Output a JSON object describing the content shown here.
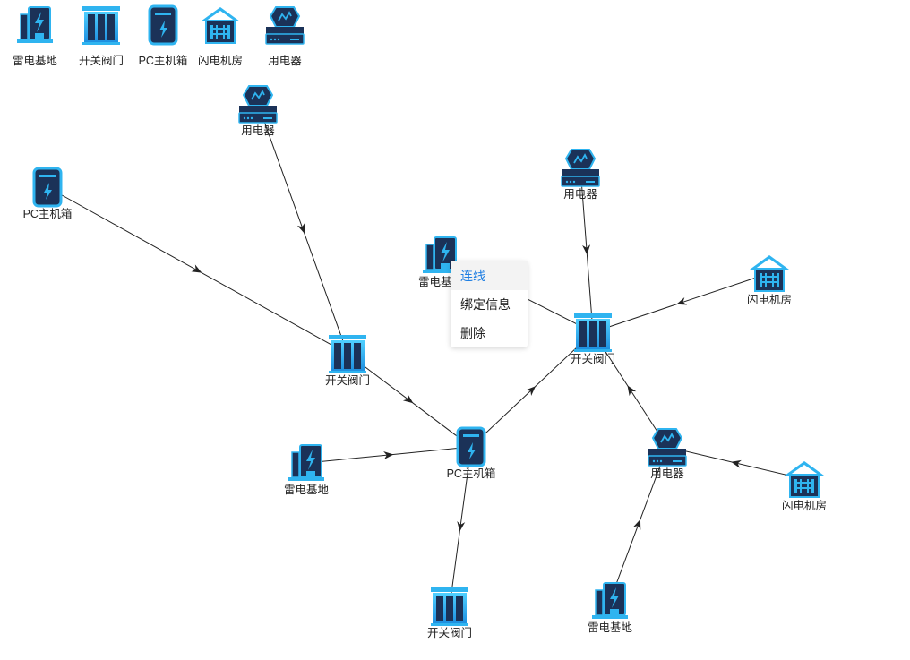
{
  "palette": [
    {
      "type": "lightning-base",
      "label": "雷电基地"
    },
    {
      "type": "switch-valve",
      "label": "开关阀门"
    },
    {
      "type": "pc-cabinet",
      "label": "PC主机箱"
    },
    {
      "type": "flash-room",
      "label": "闪电机房"
    },
    {
      "type": "appliance",
      "label": "用电器"
    }
  ],
  "nodes": [
    {
      "id": "n1",
      "type": "appliance",
      "label": "用电器"
    },
    {
      "id": "n2",
      "type": "pc-cabinet",
      "label": "PC主机箱"
    },
    {
      "id": "n3",
      "type": "switch-valve",
      "label": "开关阀门"
    },
    {
      "id": "n4",
      "type": "lightning-base",
      "label": "雷电基地"
    },
    {
      "id": "n5",
      "type": "appliance",
      "label": "用电器"
    },
    {
      "id": "n6",
      "type": "flash-room",
      "label": "闪电机房"
    },
    {
      "id": "n7",
      "type": "switch-valve",
      "label": "开关阀门"
    },
    {
      "id": "n8",
      "type": "lightning-base",
      "label": "雷电基地"
    },
    {
      "id": "n9",
      "type": "pc-cabinet",
      "label": "PC主机箱"
    },
    {
      "id": "n10",
      "type": "appliance",
      "label": "用电器"
    },
    {
      "id": "n11",
      "type": "flash-room",
      "label": "闪电机房"
    },
    {
      "id": "n12",
      "type": "switch-valve",
      "label": "开关阀门"
    },
    {
      "id": "n13",
      "type": "lightning-base",
      "label": "雷电基地"
    }
  ],
  "edges": [
    {
      "from": "n1",
      "to": "n3"
    },
    {
      "from": "n2",
      "to": "n3"
    },
    {
      "from": "n3",
      "to": "n9"
    },
    {
      "from": "n8",
      "to": "n9"
    },
    {
      "from": "n9",
      "to": "n12"
    },
    {
      "from": "n9",
      "to": "n7"
    },
    {
      "from": "n4",
      "to": "n7"
    },
    {
      "from": "n5",
      "to": "n7"
    },
    {
      "from": "n6",
      "to": "n7"
    },
    {
      "from": "n10",
      "to": "n7"
    },
    {
      "from": "n11",
      "to": "n10"
    },
    {
      "from": "n13",
      "to": "n10"
    }
  ],
  "context_menu": {
    "items": [
      {
        "label": "连线",
        "active": true
      },
      {
        "label": "绑定信息",
        "active": false
      },
      {
        "label": "删除",
        "active": false
      }
    ]
  },
  "colors": {
    "icon_dark": "#1b3258",
    "icon_light": "#2fb4f0",
    "edge": "#222222",
    "menu_active": "#1f7fe3"
  }
}
